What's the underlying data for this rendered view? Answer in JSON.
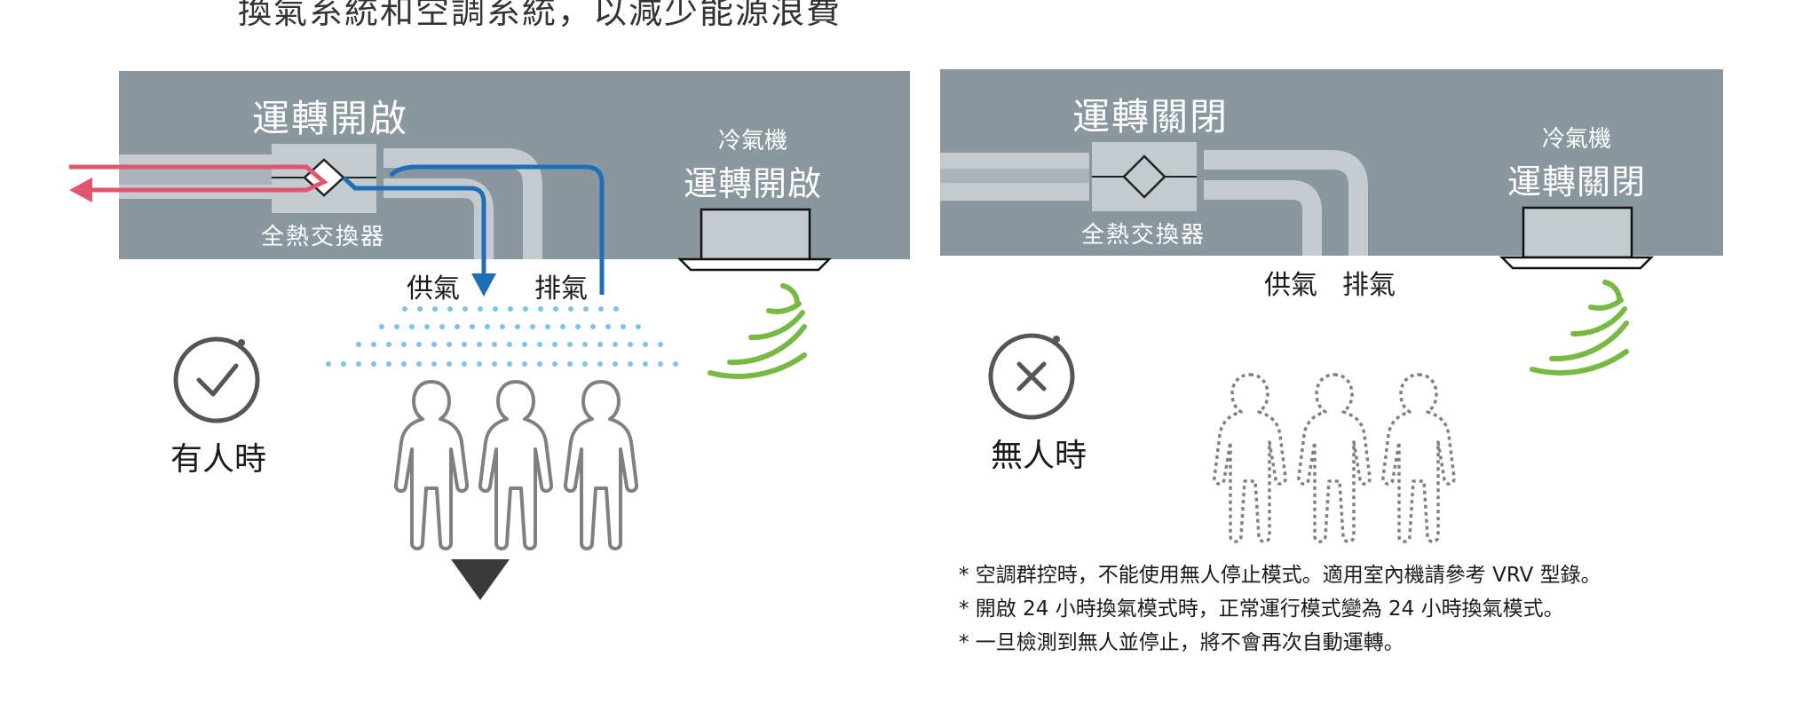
{
  "header": {
    "partial_text": "換氣系統和空調系統，以減少能源浪費"
  },
  "left_panel": {
    "title": "運轉開啟",
    "erv_label": "全熱交換器",
    "ac_small": "冷氣機",
    "ac_big": "運轉開啟",
    "supply_label": "供氣",
    "exhaust_label": "排氣",
    "status_label": "有人時"
  },
  "right_panel": {
    "title": "運轉關閉",
    "erv_label": "全熱交換器",
    "ac_small": "冷氣機",
    "ac_big": "運轉關閉",
    "supply_label": "供氣",
    "exhaust_label": "排氣",
    "status_label": "無人時"
  },
  "notes": [
    "* 空調群控時，不能使用無人停止模式。適用室內機請參考 VRV 型錄。",
    "* 開啟 24 小時換氣模式時，正常運行模式變為 24 小時換氣模式。",
    "* 一旦檢測到無人並停止，將不會再次自動運轉。"
  ],
  "icons": {
    "check": "check-circle-icon",
    "cross": "cross-circle-icon",
    "person": "person-icon",
    "wifi": "signal-waves-icon",
    "arrow": "down-triangle-icon"
  },
  "colors": {
    "panel": "#8a979f",
    "duct": "#c3cbcf",
    "exhaust_arrow": "#e0566e",
    "airflow_arrow": "#1f6fb8",
    "dots": "#7cc4e6",
    "waves": "#77b943",
    "person_gray": "#808080"
  }
}
